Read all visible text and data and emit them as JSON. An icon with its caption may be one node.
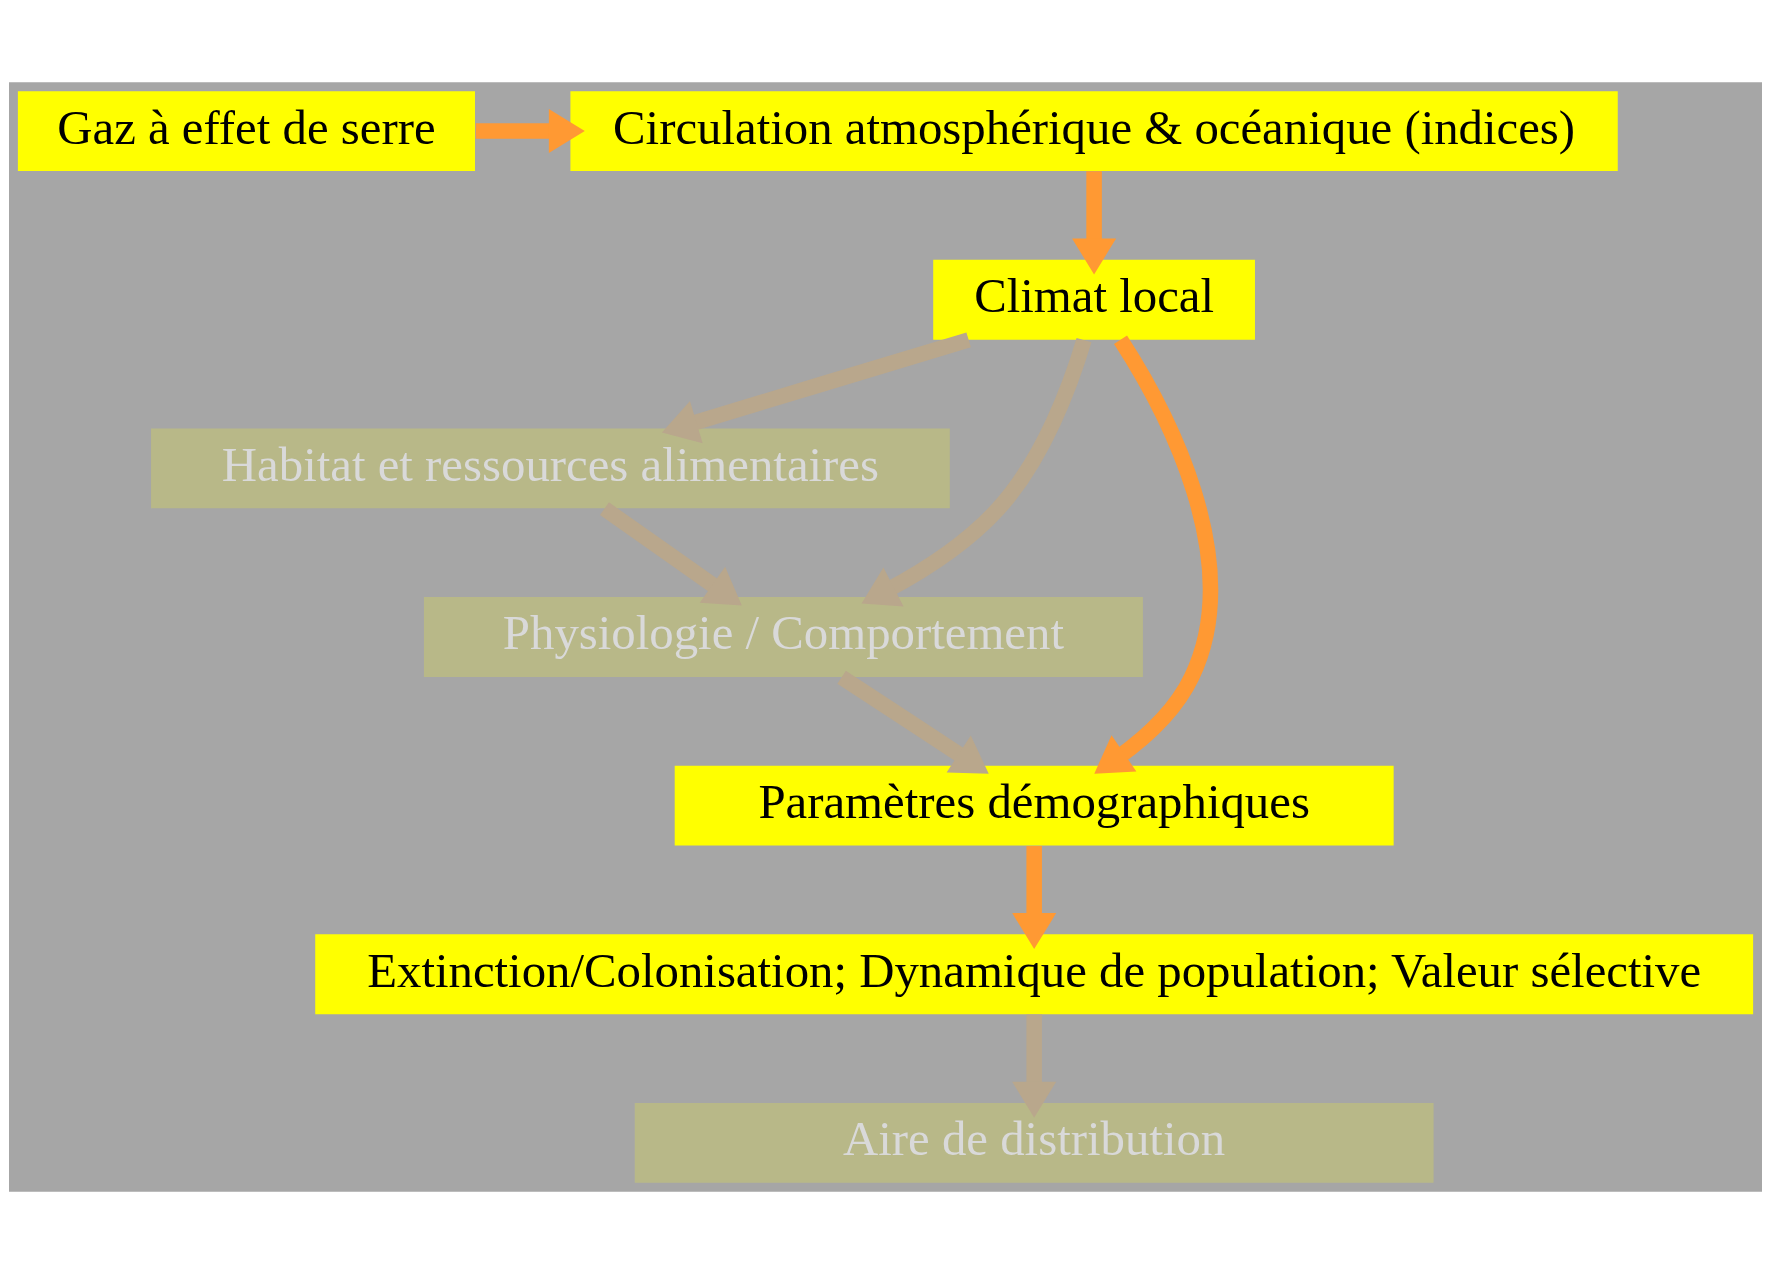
{
  "diagram": {
    "nodes": [
      {
        "text": [
          "Circulation atmosphérique & océanique (indices)"
        ]
      },
      {
        "text": [
          "Gaz à effet de serre"
        ]
      },
      {
        "text": [
          "Climat local"
        ]
      },
      {
        "text": [
          "Habitat et ressources alimentaires"
        ]
      },
      {
        "text": [
          "Physiologie / Comportement"
        ]
      },
      {
        "text": [
          "Paramètres démographiques"
        ]
      },
      {
        "text": [
          "Extinction/Colonisation; Dynamique de population; Valeur sélective"
        ]
      },
      {
        "text": [
          "Aire de distribution"
        ]
      }
    ],
    "edges": [
      {
        "from": 1,
        "to": 0,
        "arrow": "to",
        "color": "#ff9933"
      },
      {
        "from": 0,
        "to": 2,
        "arrow": "to",
        "color": "#ff9933"
      },
      {
        "from": 2,
        "to": 5,
        "arrow": "to",
        "color": "#ff9933"
      },
      {
        "from": 2,
        "to": 4,
        "arrow": "to"
      },
      {
        "from": 2,
        "to": 3,
        "arrow": "to"
      },
      {
        "from": 3,
        "to": 4,
        "arrow": "to"
      },
      {
        "from": 4,
        "to": 5,
        "arrow": "to"
      },
      {
        "from": 5,
        "to": 6,
        "arrow": "to",
        "color": "#ff9933"
      },
      {
        "from": 6,
        "to": 7,
        "arrow": "to"
      }
    ]
  }
}
